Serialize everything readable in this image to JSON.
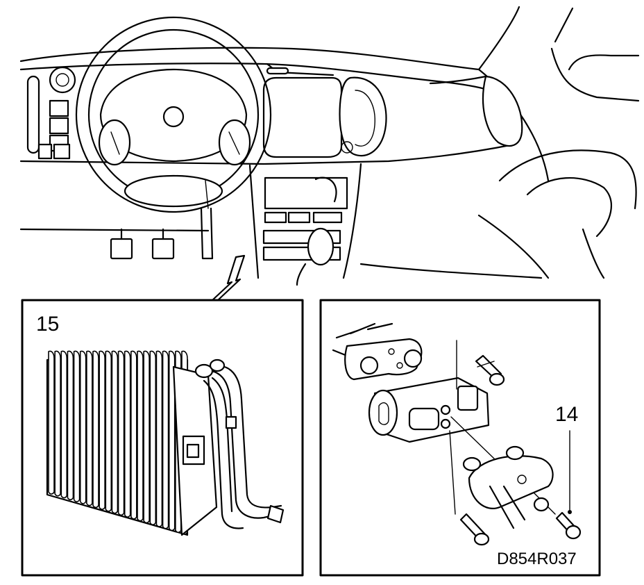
{
  "labels": {
    "evaporator": "15",
    "expansion_valve": "14",
    "drawing_code": "D854R037"
  }
}
